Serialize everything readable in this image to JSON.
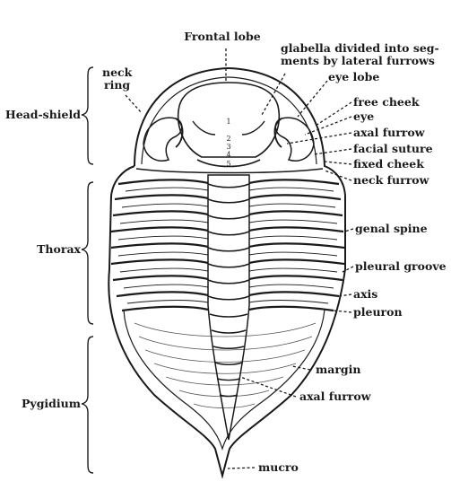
{
  "figure": {
    "left_labels": {
      "head_shield": "Head-shield",
      "thorax": "Thorax",
      "pygidium": "Pygidium",
      "neck_ring": [
        "neck",
        "ring"
      ]
    },
    "top_labels": {
      "frontal_lobe": "Frontal lobe",
      "glabella": [
        "glabella divided into seg-",
        "ments by lateral furrows"
      ]
    },
    "right_labels": {
      "eye_lobe": "eye lobe",
      "free_cheek": "free cheek",
      "eye": "eye",
      "axal_furrow_head": "axal furrow",
      "facial_suture": "facial suture",
      "fixed_cheek": "fixed cheek",
      "neck_furrow": "neck furrow",
      "genal_spine": "genal spine",
      "pleural_groove": "pleural groove",
      "axis": "axis",
      "pleuron": "pleuron",
      "margin": "margin",
      "axal_furrow_tail": "axal furrow",
      "mucro": "mucro"
    },
    "segment_numbers": [
      "1",
      "2",
      "3",
      "4",
      "5"
    ]
  }
}
